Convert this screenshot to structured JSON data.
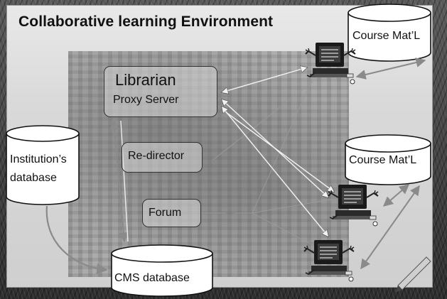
{
  "slide": {
    "title": "Collaborative learning Environment"
  },
  "nodes": {
    "librarian": {
      "title": "Librarian",
      "subtitle": "Proxy Server"
    },
    "redirector": {
      "label": "Re-director"
    },
    "forum": {
      "label": "Forum"
    },
    "institution_db": {
      "line1": "Institution’s",
      "line2": "database"
    },
    "cms_db": {
      "label": "CMS database"
    },
    "course_top": {
      "label": "Course Mat’L"
    },
    "course_mid": {
      "label": "Course Mat’L"
    }
  },
  "computers": [
    {
      "name": "computer-top"
    },
    {
      "name": "computer-middle"
    },
    {
      "name": "computer-bottom"
    }
  ],
  "colors": {
    "text": "#111111",
    "arrow": "#f2f2f2",
    "arrow_dark": "#7a7a7a",
    "box_border": "#333333"
  }
}
